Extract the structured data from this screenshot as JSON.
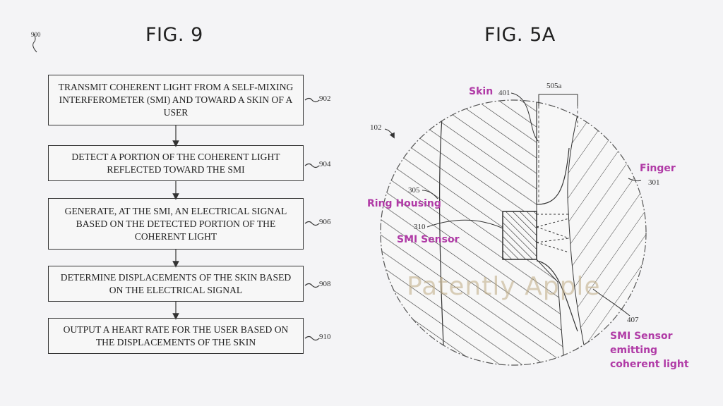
{
  "fig9": {
    "title": "FIG. 9",
    "ref_number": "900",
    "steps": [
      {
        "text": "TRANSMIT COHERENT LIGHT FROM A SELF-MIXING INTERFEROMETER (SMI) AND TOWARD A SKIN OF A USER",
        "ref": "902"
      },
      {
        "text": "DETECT A PORTION OF THE COHERENT LIGHT REFLECTED TOWARD THE SMI",
        "ref": "904"
      },
      {
        "text": "GENERATE, AT THE SMI, AN ELECTRICAL SIGNAL BASED ON THE DETECTED PORTION OF THE COHERENT LIGHT",
        "ref": "906"
      },
      {
        "text": "DETERMINE DISPLACEMENTS OF THE SKIN BASED ON THE ELECTRICAL SIGNAL",
        "ref": "908"
      },
      {
        "text": "OUTPUT A HEART RATE FOR THE USER BASED ON THE DISPLACEMENTS OF THE SKIN",
        "ref": "910"
      }
    ]
  },
  "fig5a": {
    "title": "FIG. 5A",
    "refs": {
      "r102": "102",
      "r401": "401",
      "r505a": "505a",
      "r305": "305",
      "r310": "310",
      "r301": "301",
      "r407": "407"
    },
    "labels": {
      "skin": "Skin",
      "finger": "Finger",
      "ring_housing": "Ring Housing",
      "smi_sensor": "SMI Sensor",
      "smi_emitting_1": "SMI Sensor",
      "smi_emitting_2": "emitting",
      "smi_emitting_3": "coherent light"
    },
    "label_color": "#b03aa6"
  },
  "watermark": "Patently Apple"
}
